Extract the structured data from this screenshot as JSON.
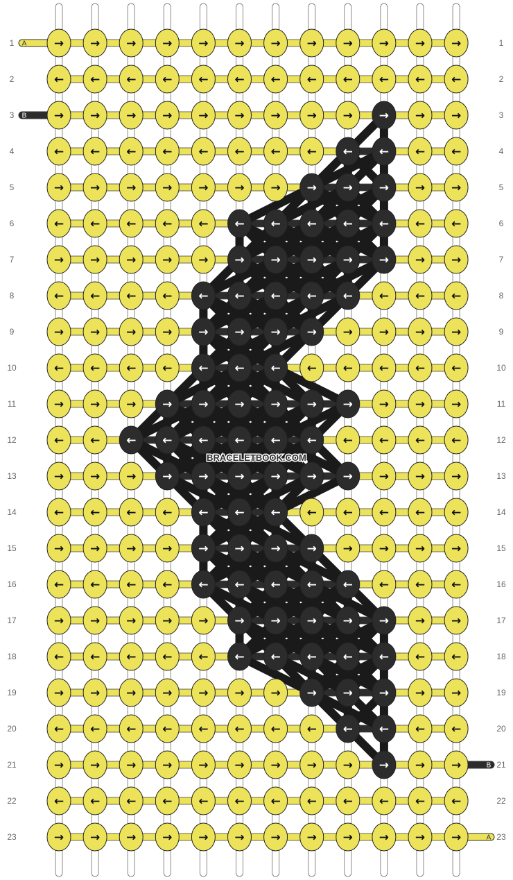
{
  "colors": {
    "A": "#ece35a",
    "B": "#2c2c2c"
  },
  "strings": [
    {
      "label": "A",
      "color": "A"
    },
    {
      "label": "B",
      "color": "B"
    }
  ],
  "watermark": "BRACELETBOOK.COM",
  "pattern": {
    "rows": 23,
    "knots_per_row": 12,
    "knots": [
      "AAAAAAAAAAAA",
      "AAAAAAAAAAAA",
      "AAAAAAAAABAA",
      "AAAAAAAABBAA",
      "AAAAAAABBBAA",
      "AAAAABBBBBAA",
      "AAAAABBBBBAA",
      "AAAABBBBBAAA",
      "AAAABBBBAAAA",
      "AAAABBBAAAAA",
      "AAABBBBBBAAA",
      "AABBBBBBAAAA",
      "AAABBBBBBAAA",
      "AAAABBBAAAAA",
      "AAAABBBBAAAA",
      "AAAABBBBBAAA",
      "AAAAABBBBBAA",
      "AAAAABBBBBAA",
      "AAAAAAABBBAA",
      "AAAAAAAABBAA",
      "AAAAAAAAABAA",
      "AAAAAAAAAAAA",
      "AAAAAAAAAAAA"
    ]
  }
}
